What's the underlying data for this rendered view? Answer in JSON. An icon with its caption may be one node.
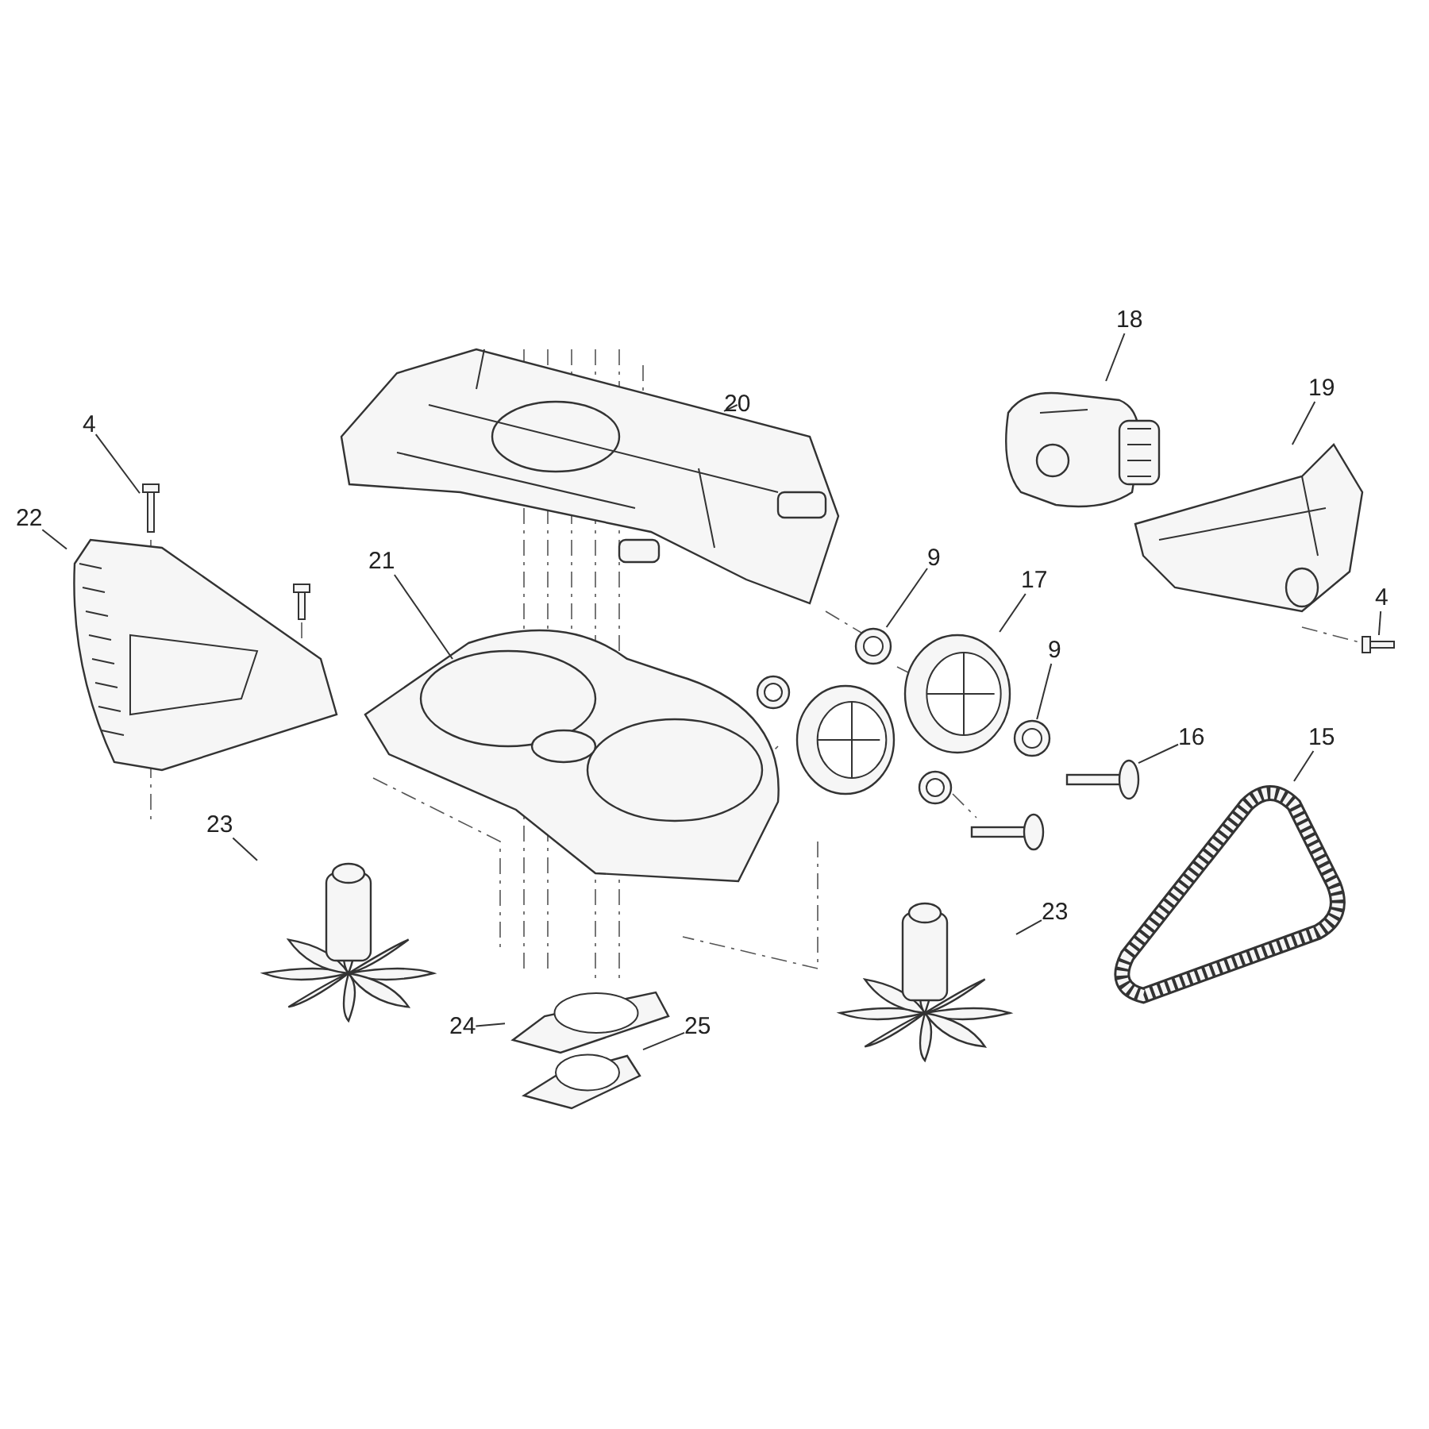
{
  "diagram": {
    "nodes": [
      {
        "text": [
          "18"
        ]
      },
      {
        "text": [
          "20"
        ]
      },
      {
        "text": [
          "19"
        ]
      },
      {
        "text": [
          "4"
        ]
      },
      {
        "text": [
          "22"
        ]
      },
      {
        "text": [
          "9"
        ]
      },
      {
        "text": [
          "4"
        ]
      },
      {
        "text": [
          "21"
        ]
      },
      {
        "text": [
          "17"
        ]
      },
      {
        "text": [
          "9"
        ]
      },
      {
        "text": [
          "16"
        ]
      },
      {
        "text": [
          "15"
        ]
      },
      {
        "text": [
          "23"
        ]
      },
      {
        "text": [
          "23"
        ]
      },
      {
        "text": [
          "24"
        ]
      },
      {
        "text": [
          "25"
        ]
      },
      {
        "text": [],
        "shape": "picture"
      },
      {
        "text": [],
        "shape": "picture"
      },
      {
        "text": [],
        "shape": "picture"
      },
      {
        "text": [],
        "shape": "picture"
      },
      {
        "text": [],
        "shape": "picture"
      },
      {
        "text": [],
        "shape": "picture"
      },
      {
        "text": [],
        "shape": "picture"
      },
      {
        "text": [],
        "shape": "picture"
      },
      {
        "text": [],
        "shape": "picture"
      },
      {
        "text": [],
        "shape": "picture"
      },
      {
        "text": [],
        "shape": "picture"
      },
      {
        "text": [],
        "shape": "picture"
      },
      {
        "text": [],
        "shape": "picture"
      },
      {
        "text": [],
        "shape": "picture"
      },
      {
        "text": [],
        "shape": "picture"
      },
      {
        "text": [],
        "shape": "picture"
      }
    ],
    "edges": [
      {
        "from": 0,
        "to": 16,
        "arrow": "none"
      },
      {
        "from": 1,
        "to": 17,
        "arrow": "none"
      },
      {
        "from": 2,
        "to": 18,
        "arrow": "none"
      },
      {
        "from": 3,
        "to": 19,
        "arrow": "none"
      },
      {
        "from": 4,
        "to": 20,
        "arrow": "none"
      },
      {
        "from": 5,
        "to": 23,
        "arrow": "none"
      },
      {
        "from": 6,
        "to": 21,
        "arrow": "none"
      },
      {
        "from": 7,
        "to": 22,
        "arrow": "none"
      },
      {
        "from": 8,
        "to": 24,
        "arrow": "none"
      },
      {
        "from": 9,
        "to": 25,
        "arrow": "none"
      },
      {
        "from": 10,
        "to": 26,
        "arrow": "none"
      },
      {
        "from": 11,
        "to": 27,
        "arrow": "none"
      },
      {
        "from": 12,
        "to": 28,
        "arrow": "none"
      },
      {
        "from": 13,
        "to": 29,
        "arrow": "none"
      },
      {
        "from": 14,
        "to": 30,
        "arrow": "none"
      },
      {
        "from": 15,
        "to": 31,
        "arrow": "none"
      }
    ]
  }
}
